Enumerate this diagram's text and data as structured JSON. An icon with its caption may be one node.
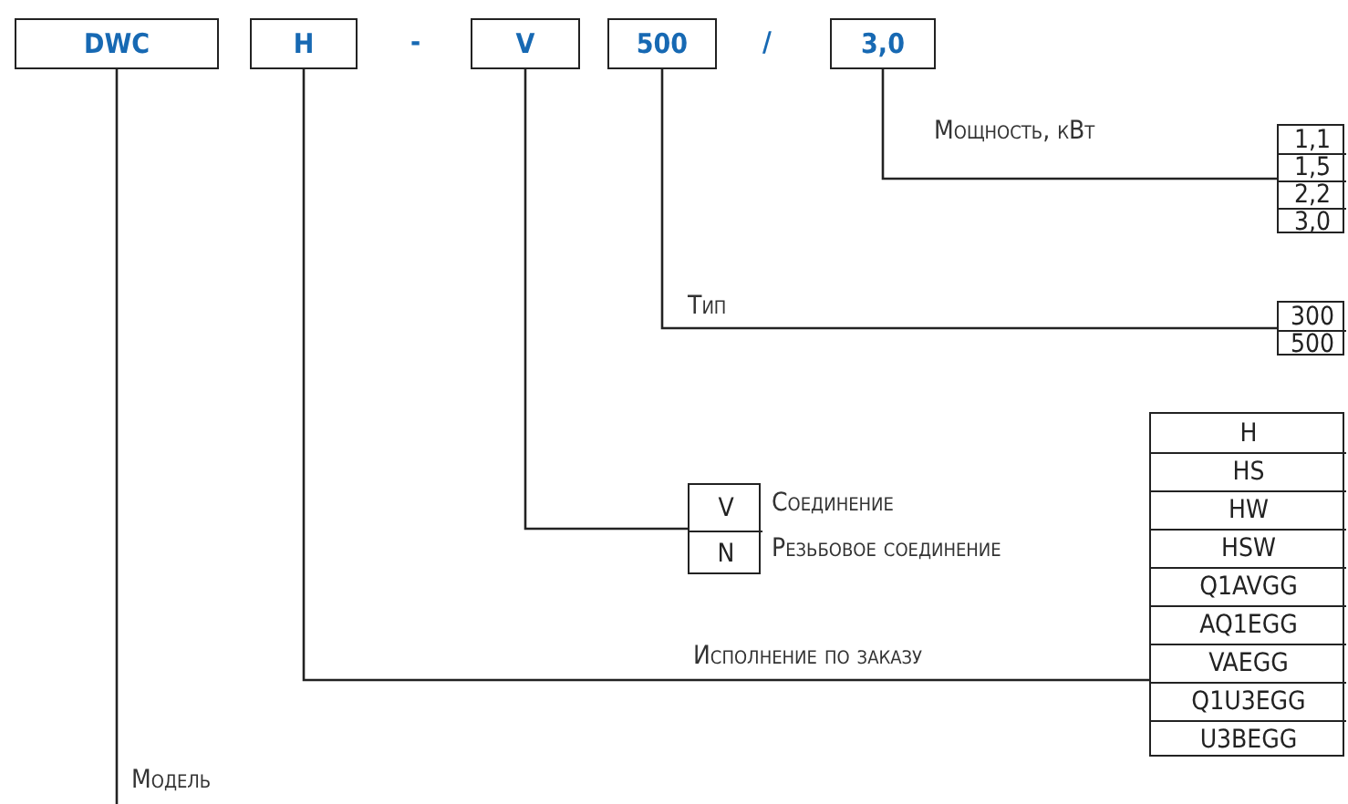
{
  "diagram": {
    "nodes": [
      {
        "text": [
          "DWC"
        ]
      },
      {
        "text": [
          "H"
        ]
      },
      {
        "text": [
          "V"
        ]
      },
      {
        "text": [
          "500"
        ]
      },
      {
        "text": [
          "3,0"
        ]
      },
      {
        "text": [],
        "shape": "box"
      },
      {
        "text": [
          "1,1"
        ],
        "in": 5
      },
      {
        "text": [
          "1,5"
        ],
        "in": 5
      },
      {
        "text": [
          "2,2"
        ],
        "in": 5
      },
      {
        "text": [
          "3,0"
        ],
        "in": 5
      },
      {
        "text": [],
        "shape": "box"
      },
      {
        "text": [
          "300"
        ],
        "in": 10
      },
      {
        "text": [
          "500"
        ],
        "in": 10
      },
      {
        "text": [],
        "shape": "box"
      },
      {
        "text": [
          "V"
        ],
        "in": 13
      },
      {
        "text": [
          "N"
        ],
        "in": 13
      },
      {
        "text": [],
        "shape": "box"
      },
      {
        "text": [
          "H"
        ],
        "in": 16
      },
      {
        "text": [
          "HS"
        ],
        "in": 16
      },
      {
        "text": [
          "HW"
        ],
        "in": 16
      },
      {
        "text": [
          "HSW"
        ],
        "in": 16
      },
      {
        "text": [
          "Q1AVGG"
        ],
        "in": 16
      },
      {
        "text": [
          "AQ1EGG"
        ],
        "in": 16
      },
      {
        "text": [
          "VAEGG"
        ],
        "in": 16
      },
      {
        "text": [
          "Q1U3EGG"
        ],
        "in": 16
      },
      {
        "text": [
          "U3BEGG"
        ],
        "in": 16
      }
    ],
    "edges": [
      {
        "from": 4,
        "to": 5,
        "arrow": "none",
        "label": "Мощность, кВт"
      },
      {
        "from": 3,
        "to": 10,
        "arrow": "none",
        "label": "Тип"
      },
      {
        "from": 2,
        "to": 13,
        "arrow": "none"
      },
      {
        "from": 1,
        "to": 16,
        "arrow": "none",
        "label": "Исполнение по заказу"
      },
      {
        "from": 0,
        "to": null,
        "arrow": "none",
        "label": "Модель"
      }
    ],
    "labels": [
      "-",
      "/",
      "Соединение",
      "Резьбовое соединение"
    ]
  }
}
